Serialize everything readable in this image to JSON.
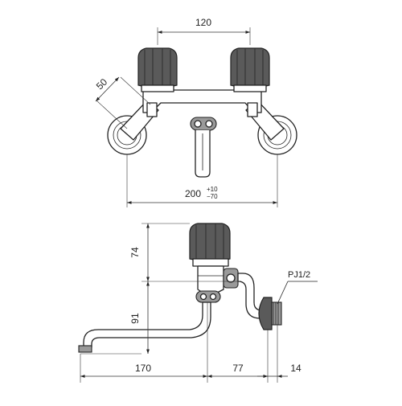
{
  "top_view": {
    "dim_handle_spacing": "120",
    "dim_handle_offset": "50",
    "dim_mount_width": "200",
    "dim_mount_tol_plus": "+10",
    "dim_mount_tol_minus": "−70"
  },
  "side_view": {
    "dim_handle_height": "74",
    "dim_spout_height": "91",
    "dim_spout_reach": "170",
    "dim_body_depth": "77",
    "dim_connector_depth": "14",
    "thread_label": "PJ1/2"
  },
  "colors": {
    "line": "#222222",
    "handle_fill": "#5a5a5a",
    "accent_fill": "#9a9a9a"
  }
}
